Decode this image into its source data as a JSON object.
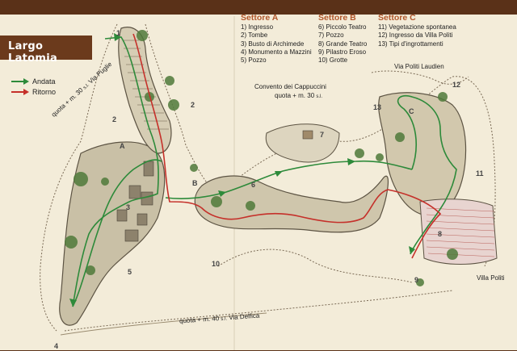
{
  "title": "Largo Latomia",
  "legend": {
    "items": [
      {
        "label": "Andata",
        "color": "#2d8a3a"
      },
      {
        "label": "Ritorno",
        "color": "#c5302a"
      }
    ]
  },
  "sectors": [
    {
      "name": "Settore A",
      "items": [
        "1) Ingresso",
        "2) Tombe",
        "3) Busto di Archimede",
        "4) Monumento a Mazzini",
        "5) Pozzo"
      ]
    },
    {
      "name": "Settore B",
      "items": [
        "6) Piccolo Teatro",
        "7) Pozzo",
        "8) Grande Teatro",
        "9) Pilastro Eroso",
        "10) Grotte"
      ]
    },
    {
      "name": "Settore C",
      "items": [
        "11) Vegetazione spontanea",
        "12) Ingresso da Villa Politi",
        "13) Tipi d'ingrottamenti"
      ]
    }
  ],
  "labels": {
    "convento": "Convento dei Cappuccini",
    "convento_quota": "quota + m. 30",
    "convento_unit": "s.l.",
    "via_politi_laudien": "Via Politi Laudien",
    "villa_politi": "Villa Politi",
    "quota_puglie": "quota + m. 30",
    "quota_puglie_unit": "s.l.",
    "via_puglie": "Via Puglie",
    "quota_delfica": "quota + m. 40",
    "quota_delfica_unit": "s.l.",
    "via_delfica": "Via Delfica"
  },
  "markers": [
    "1",
    "2",
    "3",
    "4",
    "5",
    "6",
    "7",
    "8",
    "9",
    "10",
    "11",
    "12",
    "13",
    "A",
    "B",
    "C"
  ]
}
